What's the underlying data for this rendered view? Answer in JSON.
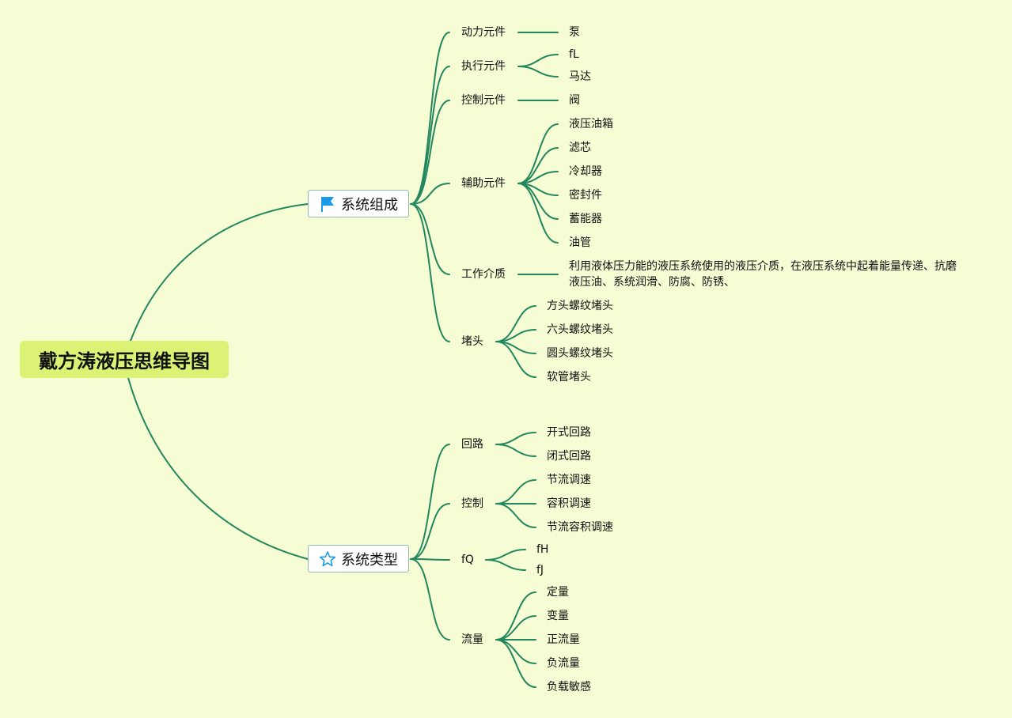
{
  "title": "戴方涛液压思维导图",
  "colors": {
    "background": "#f6fcd3",
    "root_fill": "#dbf275",
    "line": "#22875f",
    "icon_blue": "#1a9be8"
  },
  "branches": [
    {
      "label": "系统组成",
      "icon": "flag-icon",
      "children": [
        {
          "label": "动力元件",
          "children": [
            "泵"
          ]
        },
        {
          "label": "执行元件",
          "children": [
            "fL",
            "马达"
          ]
        },
        {
          "label": "控制元件",
          "children": [
            "阀"
          ]
        },
        {
          "label": "辅助元件",
          "children": [
            "液压油箱",
            "滤芯",
            "冷却器",
            "密封件",
            "蓄能器",
            "油管"
          ]
        },
        {
          "label": "工作介质",
          "children": [
            "利用液体压力能的液压系统使用的液压介质，在液压系统中起着能量传递、抗磨液压油、系统润滑、防腐、防锈、"
          ]
        },
        {
          "label": "堵头",
          "children": [
            "方头螺纹堵头",
            "六头螺纹堵头",
            "圆头螺纹堵头",
            "软管堵头"
          ]
        }
      ]
    },
    {
      "label": "系统类型",
      "icon": "star-icon",
      "children": [
        {
          "label": "回路",
          "children": [
            "开式回路",
            "闭式回路"
          ]
        },
        {
          "label": "控制",
          "children": [
            "节流调速",
            "容积调速",
            "节流容积调速"
          ]
        },
        {
          "label": "fQ",
          "children": [
            "fH",
            "fJ"
          ]
        },
        {
          "label": "流量",
          "children": [
            "定量",
            "变量",
            "正流量",
            "负流量",
            "负载敏感"
          ]
        }
      ]
    }
  ]
}
